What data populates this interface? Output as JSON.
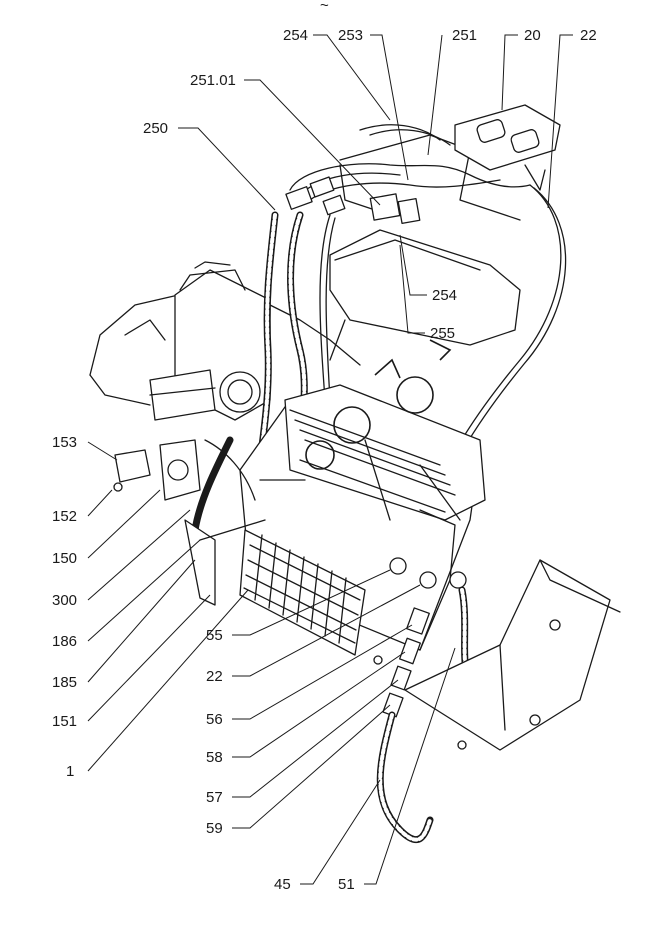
{
  "top_mark": "~",
  "callouts": [
    {
      "id": "254a",
      "text": "254"
    },
    {
      "id": "253",
      "text": "253"
    },
    {
      "id": "251",
      "text": "251"
    },
    {
      "id": "20",
      "text": "20"
    },
    {
      "id": "22a",
      "text": "22"
    },
    {
      "id": "251.01",
      "text": "251.01"
    },
    {
      "id": "250",
      "text": "250"
    },
    {
      "id": "254b",
      "text": "254"
    },
    {
      "id": "255",
      "text": "255"
    },
    {
      "id": "153",
      "text": "153"
    },
    {
      "id": "152",
      "text": "152"
    },
    {
      "id": "150",
      "text": "150"
    },
    {
      "id": "300",
      "text": "300"
    },
    {
      "id": "186",
      "text": "186"
    },
    {
      "id": "185",
      "text": "185"
    },
    {
      "id": "151",
      "text": "151"
    },
    {
      "id": "1",
      "text": "1"
    },
    {
      "id": "55",
      "text": "55"
    },
    {
      "id": "22b",
      "text": "22"
    },
    {
      "id": "56",
      "text": "56"
    },
    {
      "id": "58",
      "text": "58"
    },
    {
      "id": "57",
      "text": "57"
    },
    {
      "id": "59",
      "text": "59"
    },
    {
      "id": "45",
      "text": "45"
    },
    {
      "id": "51",
      "text": "51"
    }
  ]
}
